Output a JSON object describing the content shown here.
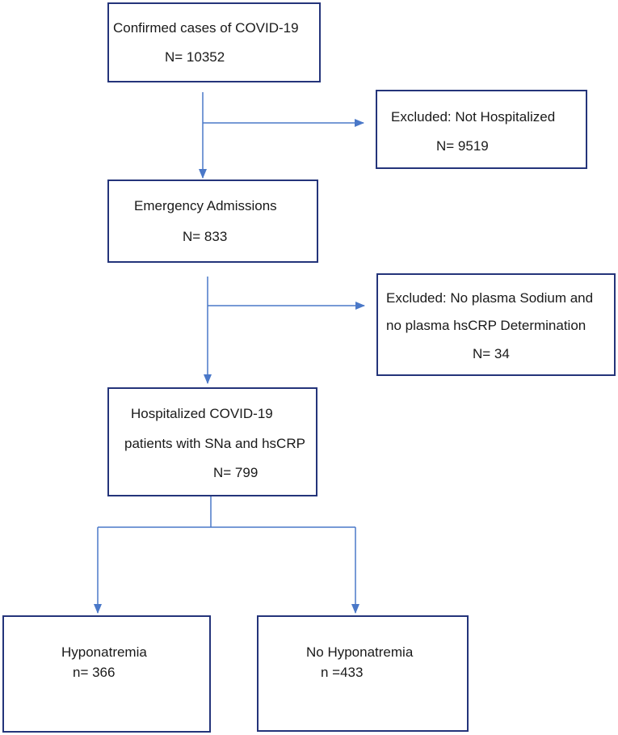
{
  "flowchart": {
    "confirmed": {
      "title": "Confirmed cases of COVID-19",
      "count": "N= 10352"
    },
    "excluded_not_hospitalized": {
      "title": "Excluded: Not Hospitalized",
      "count": "N= 9519"
    },
    "emergency": {
      "title": "Emergency Admissions",
      "count": "N= 833"
    },
    "excluded_no_determination": {
      "line1": "Excluded: No plasma Sodium and",
      "line2": "no plasma hsCRP Determination",
      "count": "N= 34"
    },
    "hospitalized": {
      "line1": "Hospitalized COVID-19",
      "line2": "patients with SNa and hsCRP",
      "count": "N= 799"
    },
    "hyponatremia": {
      "title": "Hyponatremia",
      "count": "n= 366"
    },
    "no_hyponatremia": {
      "title": "No Hyponatremia",
      "count": "n =433"
    }
  },
  "colors": {
    "box_border": "#24347a",
    "connector": "#4a78c8"
  }
}
